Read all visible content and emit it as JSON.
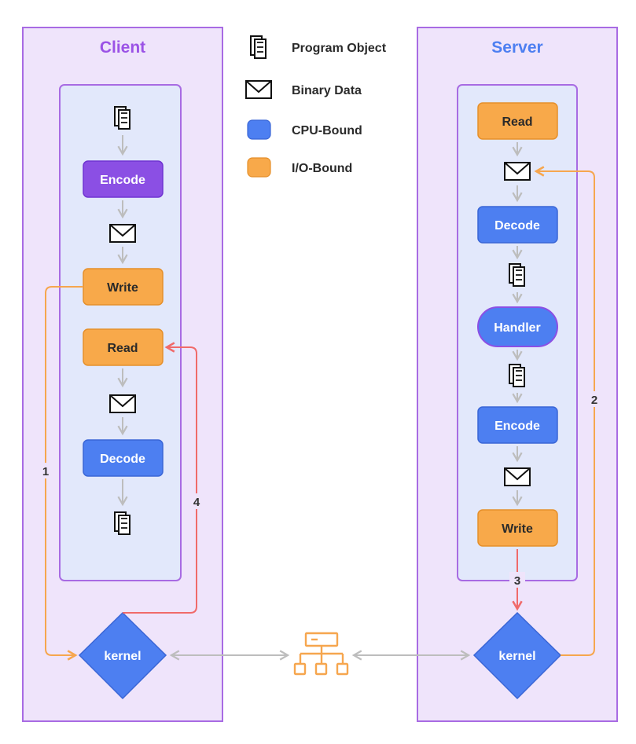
{
  "client": {
    "title": "Client",
    "steps": {
      "encode": "Encode",
      "write": "Write",
      "read": "Read",
      "decode": "Decode"
    },
    "kernel": "kernel"
  },
  "server": {
    "title": "Server",
    "steps": {
      "read": "Read",
      "decode": "Decode",
      "handler": "Handler",
      "encode": "Encode",
      "write": "Write"
    },
    "kernel": "kernel"
  },
  "legend": [
    {
      "icon": "program-object-icon",
      "label": "Program Object"
    },
    {
      "icon": "binary-data-icon",
      "label": "Binary Data"
    },
    {
      "icon": "cpu-bound-swatch",
      "label": "CPU-Bound",
      "color": "#4d7ff1"
    },
    {
      "icon": "io-bound-swatch",
      "label": "I/O-Bound",
      "color": "#f8a94a"
    }
  ],
  "edges": {
    "one": "1",
    "two": "2",
    "three": "3",
    "four": "4"
  },
  "colors": {
    "panel_bg": "#efe4fb",
    "panel_border": "#a86be3",
    "inner_bg": "#e2e8fb",
    "title": "#9b52e6",
    "server_title": "#4d7ff1",
    "cpu": "#4d7ff1",
    "io": "#f8a94a",
    "encode_purple": "#8b4fe4",
    "red_edge": "#f06a6a",
    "orange_edge": "#f6a64e",
    "gray_arrow": "#b9b9b9"
  }
}
